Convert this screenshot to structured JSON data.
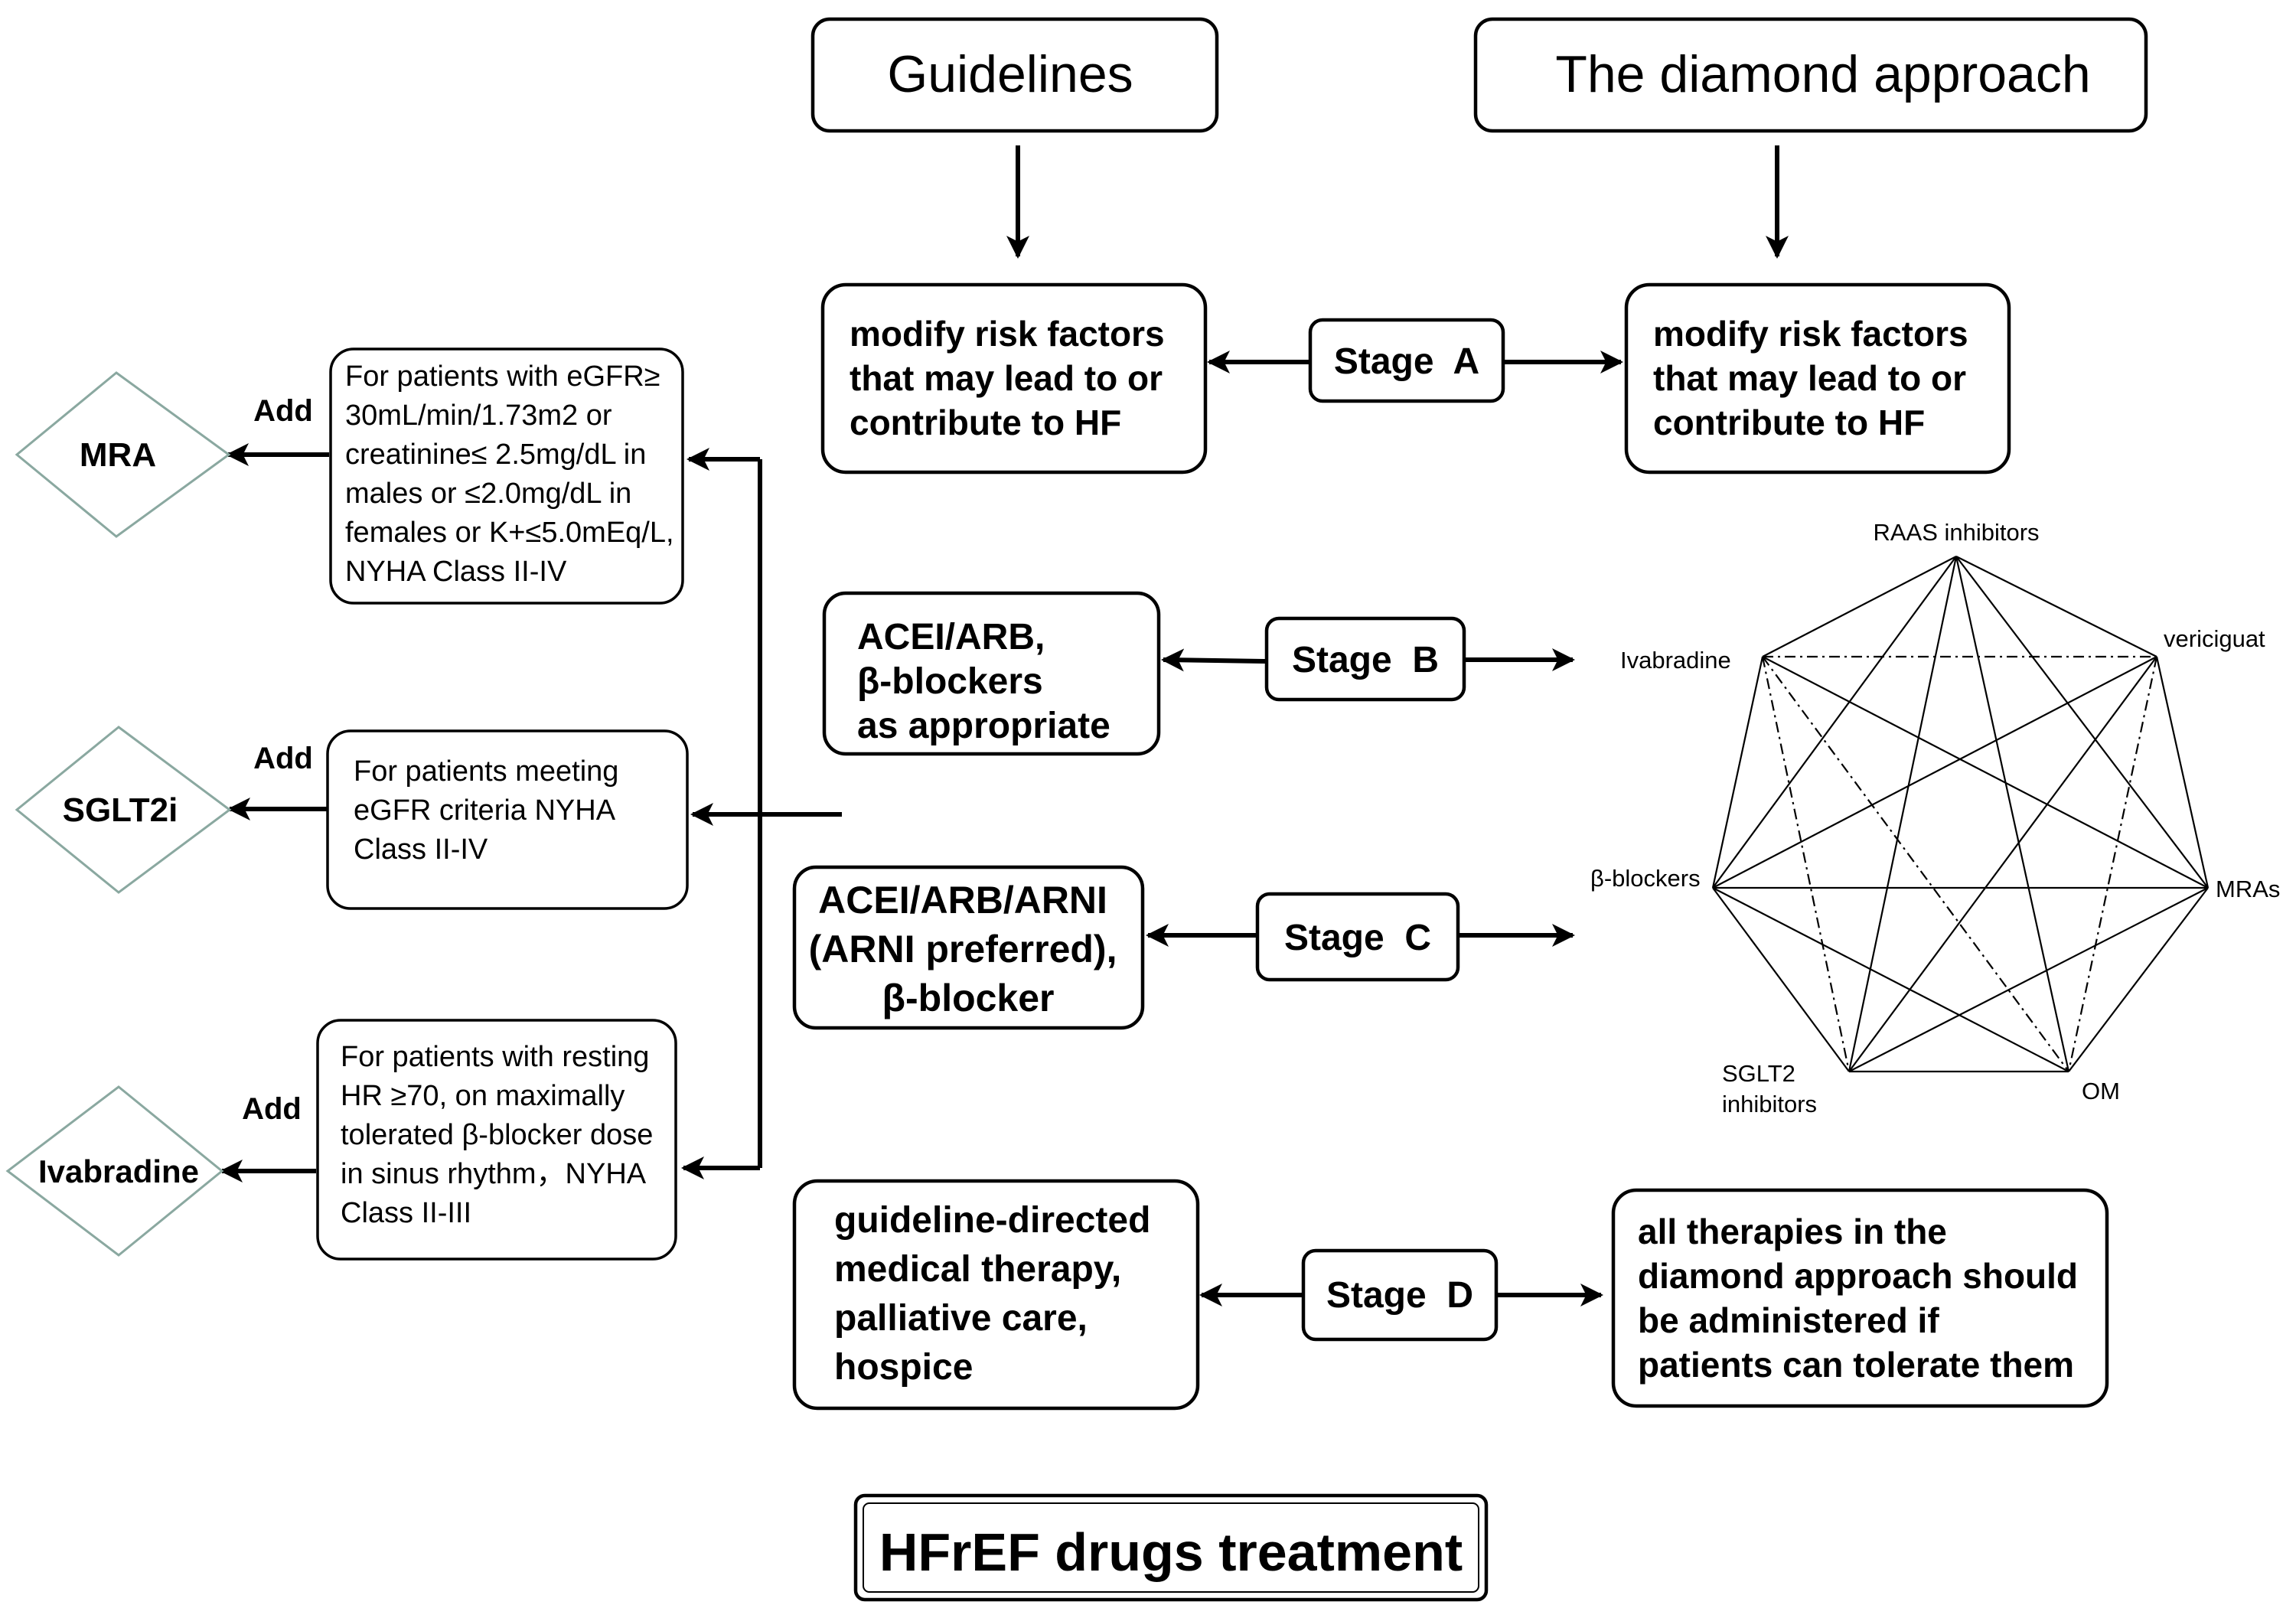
{
  "header": {
    "guidelines": "Guidelines",
    "diamond": "The diamond approach"
  },
  "stages": {
    "a": "Stage  A",
    "b": "Stage  B",
    "c": "Stage  C",
    "d": "Stage  D"
  },
  "guideline_boxes": {
    "a": [
      "modify risk factors",
      "that may lead to or",
      "contribute to HF"
    ],
    "b": [
      "ACEI/ARB,",
      "β-blockers",
      "as appropriate"
    ],
    "c": [
      "ACEI/ARB/ARNI",
      "(ARNI preferred),",
      "β-blocker"
    ],
    "d": [
      "guideline-directed",
      "medical therapy,",
      "palliative care,",
      "hospice"
    ]
  },
  "diamond_boxes": {
    "a": [
      "modify risk factors",
      "that may lead to or",
      "contribute to HF"
    ],
    "d": [
      "all therapies in the",
      "diamond approach should",
      "be administered if",
      "patients can tolerate them"
    ]
  },
  "heptagon": {
    "nodes": [
      {
        "id": "raas",
        "lines": [
          "RAAS inhibitors"
        ]
      },
      {
        "id": "vericiguat",
        "lines": [
          "vericiguat"
        ]
      },
      {
        "id": "mras",
        "lines": [
          "MRAs"
        ]
      },
      {
        "id": "om",
        "lines": [
          "OM"
        ]
      },
      {
        "id": "sglt2",
        "lines": [
          "SGLT2",
          "inhibitors"
        ]
      },
      {
        "id": "betablockers",
        "lines": [
          "β-blockers"
        ]
      },
      {
        "id": "ivabradine",
        "lines": [
          "Ivabradine"
        ]
      }
    ],
    "solid_edges": [
      [
        "raas",
        "vericiguat"
      ],
      [
        "vericiguat",
        "mras"
      ],
      [
        "mras",
        "om"
      ],
      [
        "om",
        "sglt2"
      ],
      [
        "sglt2",
        "betablockers"
      ],
      [
        "betablockers",
        "ivabradine"
      ],
      [
        "ivabradine",
        "raas"
      ],
      [
        "raas",
        "mras"
      ],
      [
        "raas",
        "om"
      ],
      [
        "raas",
        "sglt2"
      ],
      [
        "raas",
        "betablockers"
      ],
      [
        "betablockers",
        "vericiguat"
      ],
      [
        "betablockers",
        "mras"
      ],
      [
        "betablockers",
        "om"
      ],
      [
        "sglt2",
        "vericiguat"
      ],
      [
        "sglt2",
        "mras"
      ],
      [
        "ivabradine",
        "mras"
      ]
    ],
    "dashed_edges": [
      [
        "ivabradine",
        "vericiguat"
      ],
      [
        "ivabradine",
        "sglt2"
      ],
      [
        "ivabradine",
        "om"
      ],
      [
        "vericiguat",
        "om"
      ]
    ]
  },
  "criteria": {
    "mra": [
      "For patients with eGFR≥",
      "30mL/min/1.73m2 or",
      "creatinine≤ 2.5mg/dL in",
      "males or ≤2.0mg/dL in",
      "females or K+≤5.0mEq/L,",
      "NYHA Class II-IV"
    ],
    "sglt2i": [
      "For patients meeting",
      "eGFR criteria NYHA",
      "Class II-IV"
    ],
    "ivabradine": [
      "For patients with resting",
      "HR ≥70, on maximally",
      "tolerated β-blocker dose",
      "in sinus rhythm，NYHA",
      "Class II-III"
    ]
  },
  "add_labels": {
    "mra": "Add",
    "sglt2i": "Add",
    "ivabradine": "Add"
  },
  "drugs": {
    "mra": "MRA",
    "sglt2i": "SGLT2i",
    "ivabradine": "Ivabradine"
  },
  "footer": {
    "title": "HFrEF drugs treatment"
  }
}
